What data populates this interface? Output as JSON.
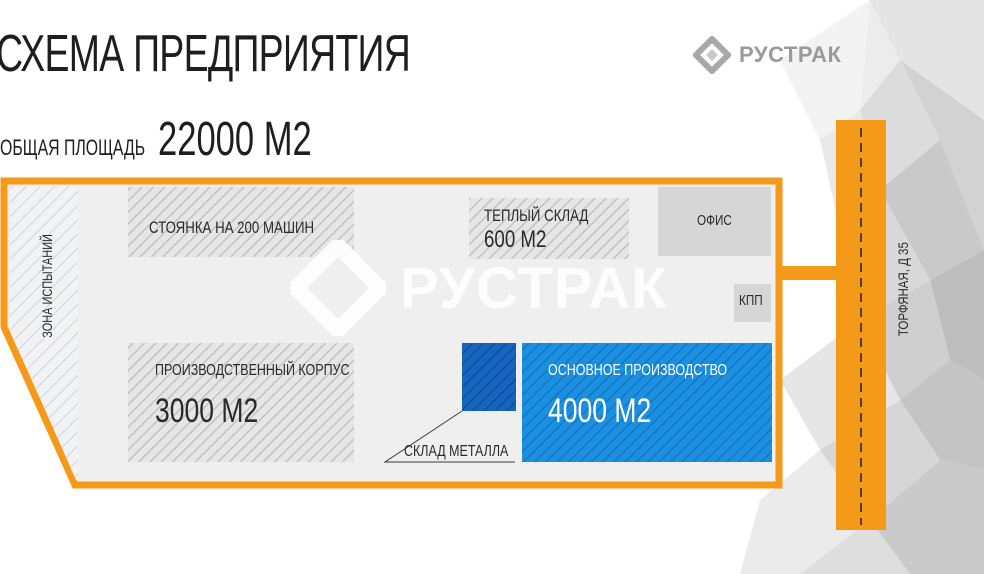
{
  "title": "СХЕМА ПРЕДПРИЯТИЯ",
  "total_area": {
    "label": "ОБЩАЯ ПЛОЩАДЬ",
    "value": "22000 М2"
  },
  "logo": {
    "text": "РУСТРАК"
  },
  "watermark": {
    "text": "РУСТРАК"
  },
  "road": {
    "label": "ТОРФЯНАЯ, Д 35"
  },
  "zones": {
    "test_zone": {
      "label": "ЗОНА ИСПЫТАНИЙ"
    },
    "parking": {
      "label": "СТОЯНКА НА 200 МАШИН"
    },
    "warm_storage": {
      "label": "ТЕПЛЫЙ СКЛАД",
      "area": "600 М2"
    },
    "office": {
      "label": "ОФИС"
    },
    "checkpoint": {
      "label": "КПП"
    },
    "production_building": {
      "label": "ПРОИЗВОДСТВЕННЫЙ КОРПУС",
      "area": "3000 М2"
    },
    "metal_storage": {
      "label": "СКЛАД МЕТАЛЛА"
    },
    "main_production": {
      "label": "ОСНОВНОЕ ПРОИЗВОДСТВО",
      "area": "4000 М2"
    }
  },
  "colors": {
    "accent_orange": "#f59a18",
    "main_blue": "#1b8fe0",
    "metal_blue": "#1565c0",
    "site_fill": "#efefef",
    "hatch_gray": "#c8c8c8",
    "office_gray": "#d6d6d6"
  }
}
